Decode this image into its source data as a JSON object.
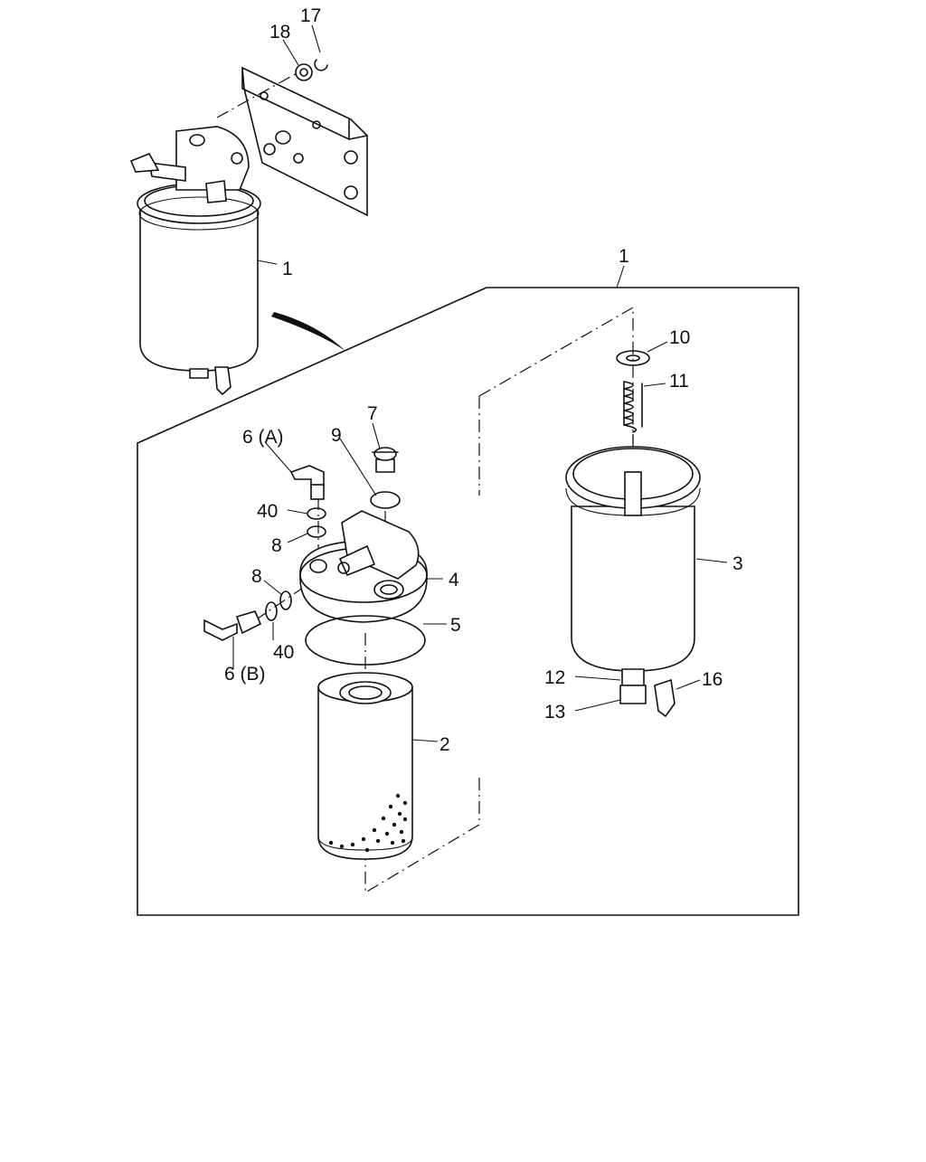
{
  "callouts": {
    "p1_top": "1",
    "p1_box": "1",
    "p2": "2",
    "p3": "3",
    "p4": "4",
    "p5": "5",
    "p6a": "6 (A)",
    "p6b": "6 (B)",
    "p7": "7",
    "p8_a": "8",
    "p8_b": "8",
    "p9": "9",
    "p10": "10",
    "p11": "11",
    "p12": "12",
    "p13": "13",
    "p16": "16",
    "p17": "17",
    "p18": "18",
    "p40_a": "40",
    "p40_b": "40"
  },
  "colors": {
    "line": "#111111",
    "background": "#ffffff"
  }
}
